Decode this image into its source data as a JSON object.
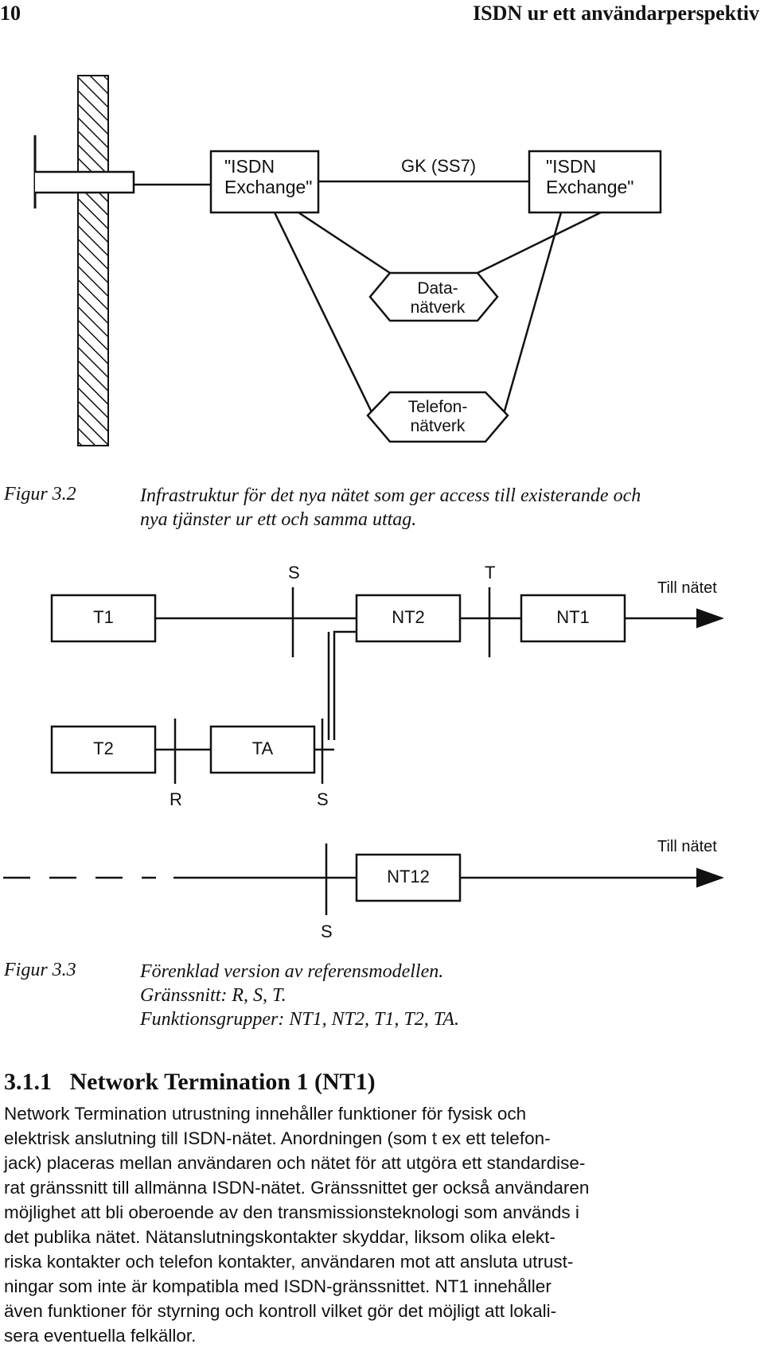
{
  "header": {
    "page_number": "10",
    "running_title": "ISDN ur ett användarperspektiv"
  },
  "figure32": {
    "exchange_left": [
      "\"ISDN",
      "Exchange\""
    ],
    "exchange_right": [
      "\"ISDN",
      "Exchange\""
    ],
    "link_label": "GK (SS7)",
    "data_network": [
      "Data-",
      "nätverk"
    ],
    "phone_network": [
      "Telefon-",
      "nätverk"
    ],
    "caption_label": "Figur 3.2",
    "caption_lines": [
      "Infrastruktur för det nya nätet som ger access till existerande och",
      "nya tjänster ur ett och samma uttag."
    ]
  },
  "figure33": {
    "boxes": {
      "t1": "T1",
      "nt2": "NT2",
      "nt1": "NT1",
      "t2": "T2",
      "ta": "TA",
      "nt12": "NT12"
    },
    "ref_points": {
      "s_top": "S",
      "t_top": "T",
      "r": "R",
      "s_mid": "S",
      "s_bottom": "S"
    },
    "to_network_1": "Till nätet",
    "to_network_2": "Till nätet",
    "caption_label": "Figur 3.3",
    "caption_lines": [
      "Förenklad version av referensmodellen.",
      "Gränssnitt: R, S, T.",
      "Funktionsgrupper: NT1, NT2, T1, T2, TA."
    ]
  },
  "section": {
    "heading": "3.1.1   Network Termination 1 (NT1)",
    "lines": [
      "Network Termination utrustning innehåller funktioner för fysisk och",
      "elektrisk anslutning till ISDN-nätet. Anordningen (som t ex ett telefon-",
      "jack) placeras mellan användaren och nätet för att utgöra ett standardise-",
      "rat gränssnitt till allmänna ISDN-nätet. Gränssnittet ger också användaren",
      "möjlighet att bli oberoende av den transmissionsteknologi som används i",
      "det publika nätet. Nätanslutningskontakter skyddar, liksom olika elekt-",
      "riska kontakter och telefon kontakter, användaren mot att ansluta utrust-",
      "ningar som inte är kompatibla med ISDN-gränssnittet. NT1 innehåller",
      "även funktioner för styrning och kontroll vilket gör det möjligt att lokali-",
      "sera eventuella felkällor."
    ]
  }
}
